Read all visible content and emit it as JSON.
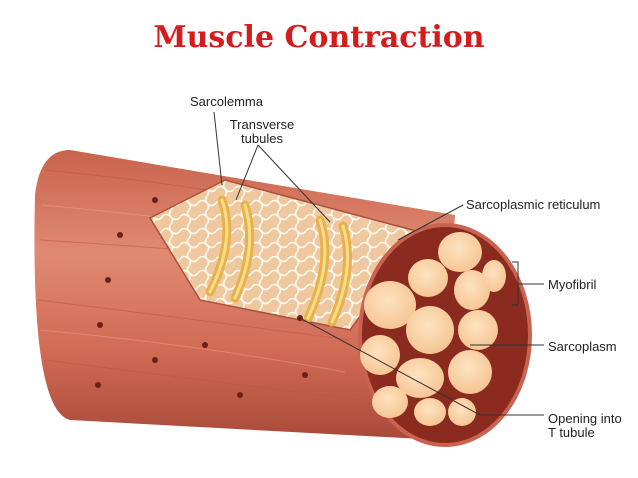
{
  "title": "Muscle Contraction",
  "labels": {
    "sarcolemma": "Sarcolemma",
    "transverse_tubules": [
      "Transverse",
      "tubules"
    ],
    "sarcoplasmic_reticulum": "Sarcoplasmic reticulum",
    "myofibril": "Myofibril",
    "sarcoplasm": "Sarcoplasm",
    "opening_into_t_tubule": [
      "Opening into",
      "T tubule"
    ]
  },
  "colors": {
    "title": "#d41c1c",
    "muscle_fiber": "#d9735c",
    "myofibril": "#fbd3a6",
    "sarcoplasm": "#8b2a1e",
    "reticulum": "#f6dcb4",
    "tubule": "#e8b24a"
  }
}
